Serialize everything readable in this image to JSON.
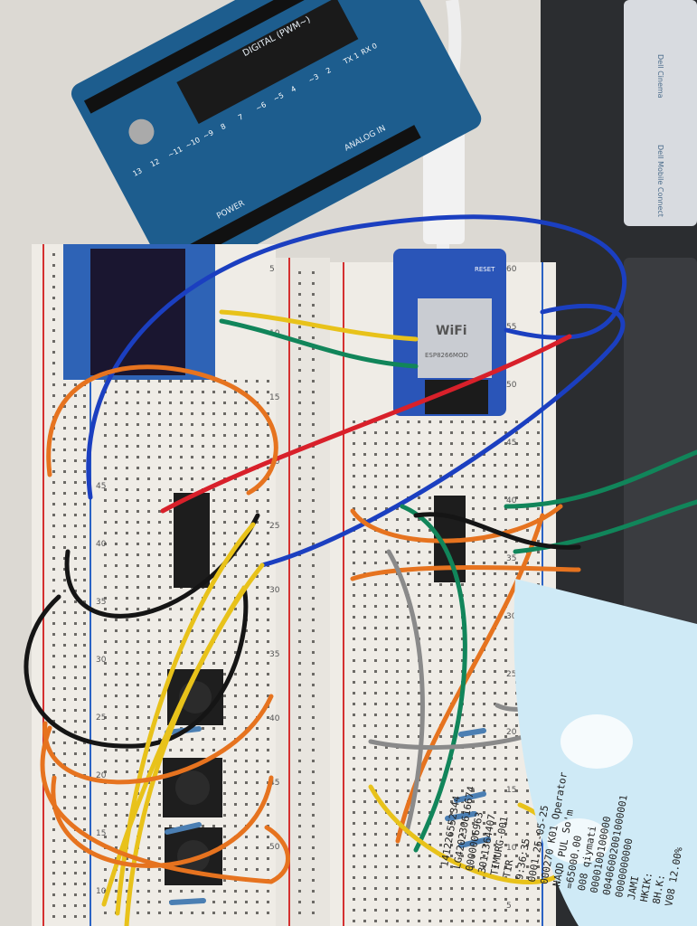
{
  "arduino": {
    "digital_label": "DIGITAL (PWM~)",
    "analog_label": "ANALOG IN",
    "power_label": "POWER",
    "pin_labels": [
      "13",
      "12",
      "~11",
      "~10",
      "~9",
      "8",
      "7",
      "~6",
      "~5",
      "4",
      "~3",
      "2",
      "TX 1",
      "RX 0"
    ]
  },
  "esp_module": {
    "chip_label": "ESP8266MOD",
    "wifi_label": "WiFi",
    "reset_label": "RESET"
  },
  "laptop": {
    "shortcut_1": "Dell Cinema",
    "shortcut_2": "Dell Mobile Connect"
  },
  "breadboard": {
    "left_numbers": [
      "45",
      "40",
      "35",
      "30",
      "25",
      "20",
      "15",
      "10"
    ],
    "middle_numbers": [
      "5",
      "10",
      "15",
      "20",
      "25",
      "30",
      "35",
      "40",
      "45",
      "50"
    ],
    "right_numbers": [
      "60",
      "55",
      "50",
      "45",
      "40",
      "35",
      "30",
      "25",
      "20",
      "15",
      "10",
      "5"
    ]
  },
  "receipt": {
    "lines": [
      "141226552344",
      "LG420230616674",
      "0000006963",
      "3011364407",
      "TIMURG-001",
      "TIR",
      "9:36:35",
      "0001 25-05-25",
      "000270 K01 Operator",
      "NAQD PUL So'm",
      "=65000.00",
      "008 qiymati",
      "0000100100000",
      "00406002001000001",
      "0000000000",
      "JAMI",
      "HKIK:",
      "8H.K:",
      "V08 12.00%"
    ]
  },
  "colors": {
    "arduino_blue": "#1d5d8e",
    "esp_blue": "#2a55b8",
    "breadboard": "#efece6",
    "wire_blue": "#1b3fc0",
    "wire_red": "#d8202a",
    "wire_yellow": "#e8c21a",
    "wire_green": "#11855a",
    "wire_orange": "#e6731f",
    "wire_black": "#151515",
    "wire_gray": "#8a8a8a",
    "receipt": "#cfeaf6"
  }
}
